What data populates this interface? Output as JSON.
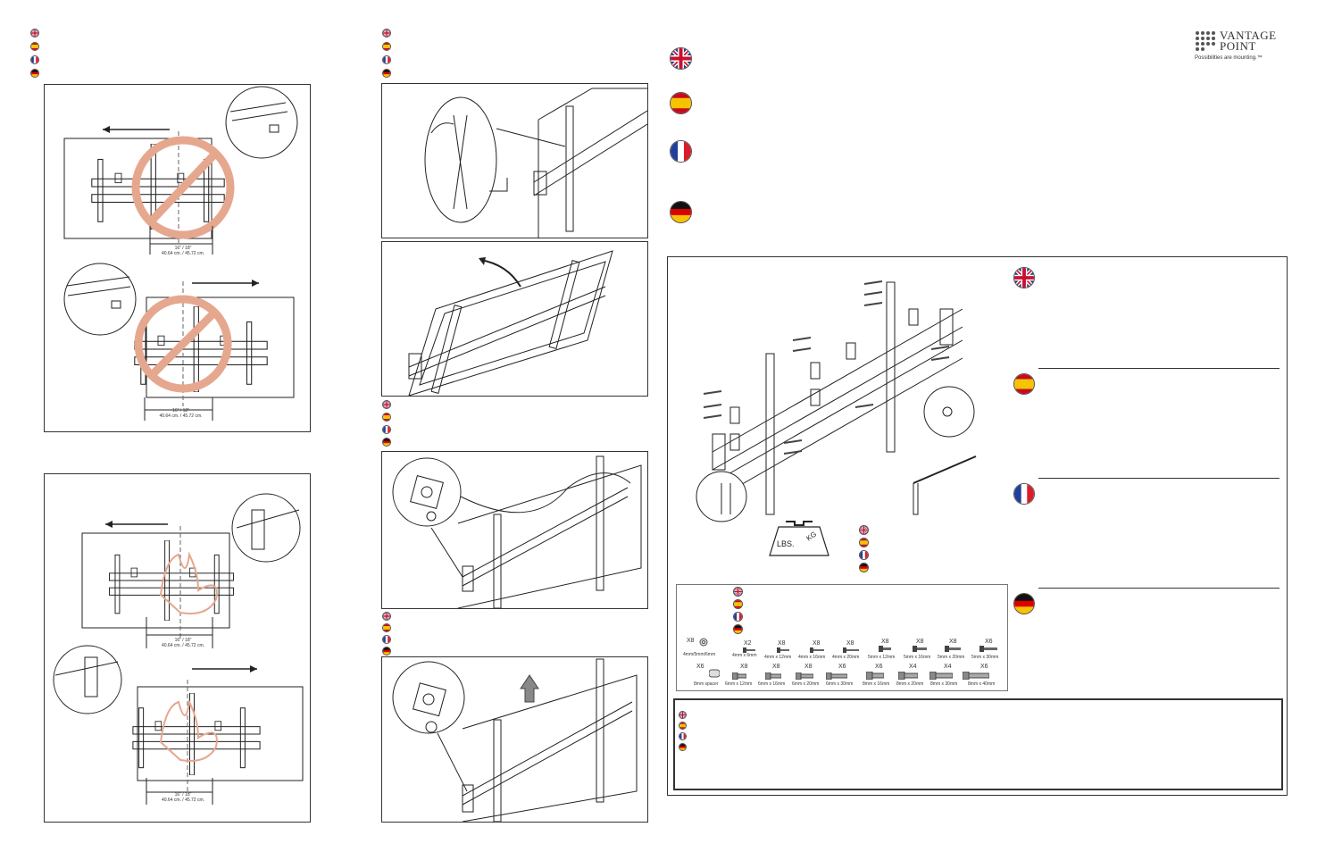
{
  "brand": {
    "line1": "VANTAGE",
    "line2": "POINT",
    "tagline": "Possibilities are mounting.™"
  },
  "languages": [
    "en-flag-icon",
    "es-flag-icon",
    "fr-flag-icon",
    "de-flag-icon"
  ],
  "dimensions": {
    "inches": "16\" / 18\"",
    "cm": "40.64 cm. / 45.72 cm."
  },
  "weight_icon": {
    "lbs": "LBS.",
    "kg": "KG"
  },
  "hardware": [
    {
      "count": "X8",
      "size": "4mm/5mm/6mm"
    },
    {
      "count": "X2",
      "size": "4mm x 6mm"
    },
    {
      "count": "X8",
      "size": "4mm x 12mm"
    },
    {
      "count": "X8",
      "size": "4mm x 16mm"
    },
    {
      "count": "X8",
      "size": "4mm x 20mm"
    },
    {
      "count": "X8",
      "size": "5mm x 12mm"
    },
    {
      "count": "X8",
      "size": "5mm x 16mm"
    },
    {
      "count": "X8",
      "size": "5mm x 20mm"
    },
    {
      "count": "X6",
      "size": "5mm x 30mm"
    },
    {
      "count": "X6",
      "size": "8mm spacer"
    },
    {
      "count": "X8",
      "size": "6mm x 12mm"
    },
    {
      "count": "X8",
      "size": "6mm x 16mm"
    },
    {
      "count": "X8",
      "size": "6mm x 20mm"
    },
    {
      "count": "X6",
      "size": "6mm x 30mm"
    },
    {
      "count": "X6",
      "size": "8mm x 16mm"
    },
    {
      "count": "X4",
      "size": "8mm x 20mm"
    },
    {
      "count": "X4",
      "size": "8mm x 30mm"
    },
    {
      "count": "X6",
      "size": "8mm x 40mm"
    }
  ]
}
